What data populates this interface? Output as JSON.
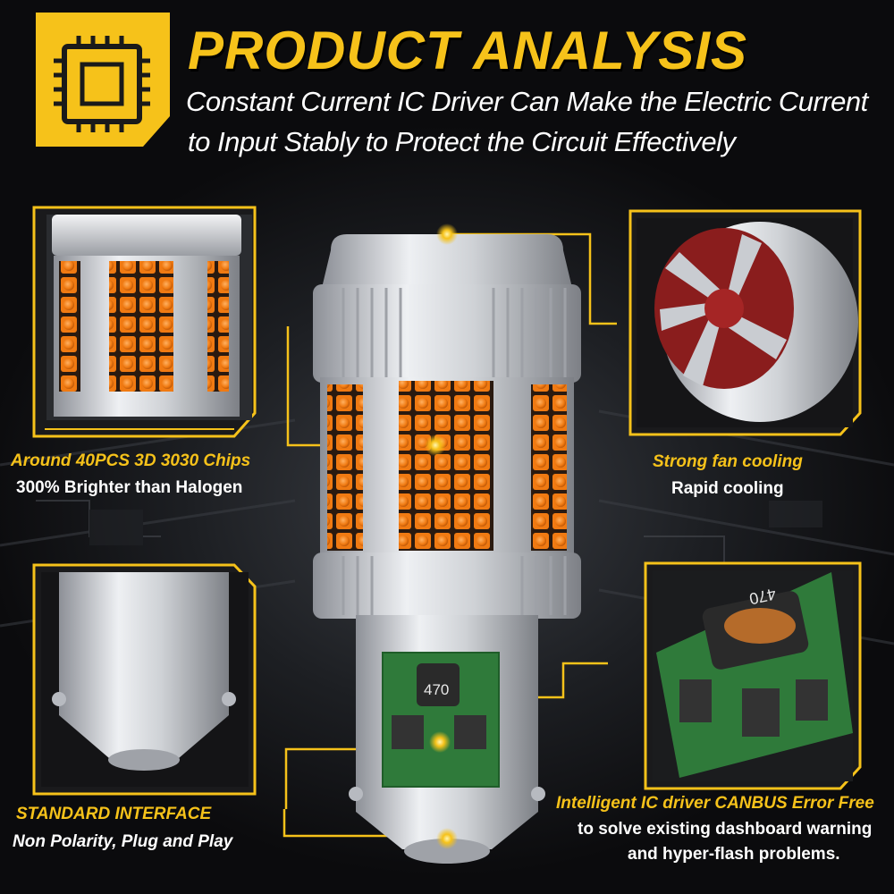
{
  "header": {
    "title": "PRODUCT  ANALYSIS",
    "subtitle_line1": "Constant Current IC Driver Can Make the Electric Current",
    "subtitle_line2": "to Input Stably to Protect the Circuit Effectively"
  },
  "features": {
    "chips": {
      "headline": "Around 40PCS 3D 3030 Chips",
      "detail": "300% Brighter than Halogen"
    },
    "cooling": {
      "headline": "Strong fan cooling",
      "detail": "Rapid cooling"
    },
    "interface": {
      "headline": "STANDARD  INTERFACE",
      "detail": "Non Polarity, Plug and Play"
    },
    "driver": {
      "headline": "Intelligent IC driver CANBUS Error Free",
      "detail_line1": "to solve existing dashboard warning",
      "detail_line2": "and hyper-flash problems."
    }
  },
  "component_marks": {
    "inductor_code": "470"
  },
  "colors": {
    "accent": "#f6c21a",
    "led": "#f07a12",
    "heatsink": "#c9ccd1",
    "fan_red": "#8a1d1d",
    "pcb": "#2f7a3a"
  }
}
